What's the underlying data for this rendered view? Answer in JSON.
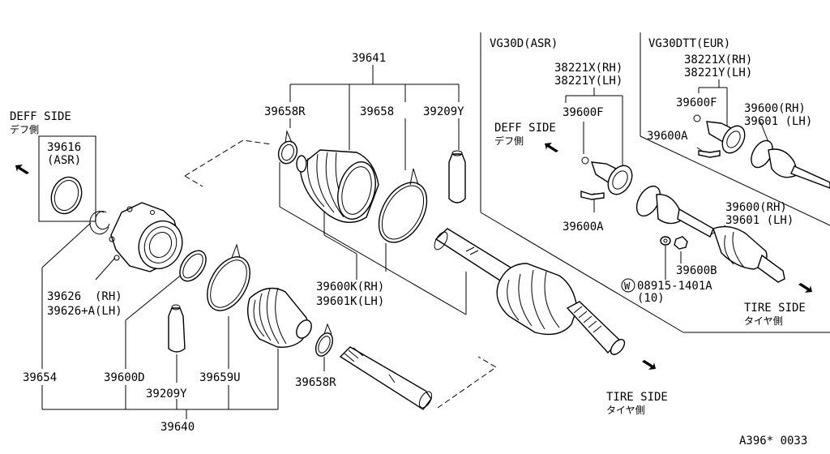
{
  "labels": {
    "p39641": "39641",
    "p39658R_top": "39658R",
    "p39658_top": "39658",
    "p39209Y_top": "39209Y",
    "deff_side_left": "DEFF SIDE",
    "deff_side_left_jp": "デフ側",
    "p39616": "39616",
    "p39616_asr": "(ASR)",
    "p39626_rh": "39626  (RH)",
    "p39626_lh": "39626+A(LH)",
    "p39654": "39654",
    "p39600D": "39600D",
    "p39209Y_bottom": "39209Y",
    "p39659U": "39659U",
    "p39658R_bottom": "39658R",
    "p39640": "39640",
    "p39600K": "39600K(RH)",
    "p39601K": "39601K(LH)",
    "tire_side_center": "TIRE SIDE",
    "tire_side_center_jp": "タイヤ側",
    "vg30d_asr": "VG30D(ASR)",
    "p38221X_left": "38221X(RH)",
    "p38221Y_left": "38221Y(LH)",
    "p39600F_left": "39600F",
    "deff_side_mid": "DEFF SIDE",
    "deff_side_mid_jp": "デフ側",
    "p39600A_left": "39600A",
    "vg30dtt_eur": "VG30DTT(EUR)",
    "p38221X_right": "38221X(RH)",
    "p38221Y_right": "38221Y(LH)",
    "p39600F_right": "39600F",
    "p39600A_right": "39600A",
    "p39600_rh_top": "39600(RH)",
    "p39601_lh_top": "39601 (LH)",
    "p39600_rh_mid": "39600(RH)",
    "p39601_lh_mid": "39601 (LH)",
    "p39600B": "39600B",
    "washer_code": "08915-1401A",
    "washer_qty": "(10)",
    "washer_symbol": "W",
    "tire_side_right": "TIRE SIDE",
    "tire_side_right_jp": "タイヤ側",
    "figure_code": "A396* 0033"
  },
  "icons": [
    "arrow-icon",
    "washer-symbol-icon"
  ]
}
